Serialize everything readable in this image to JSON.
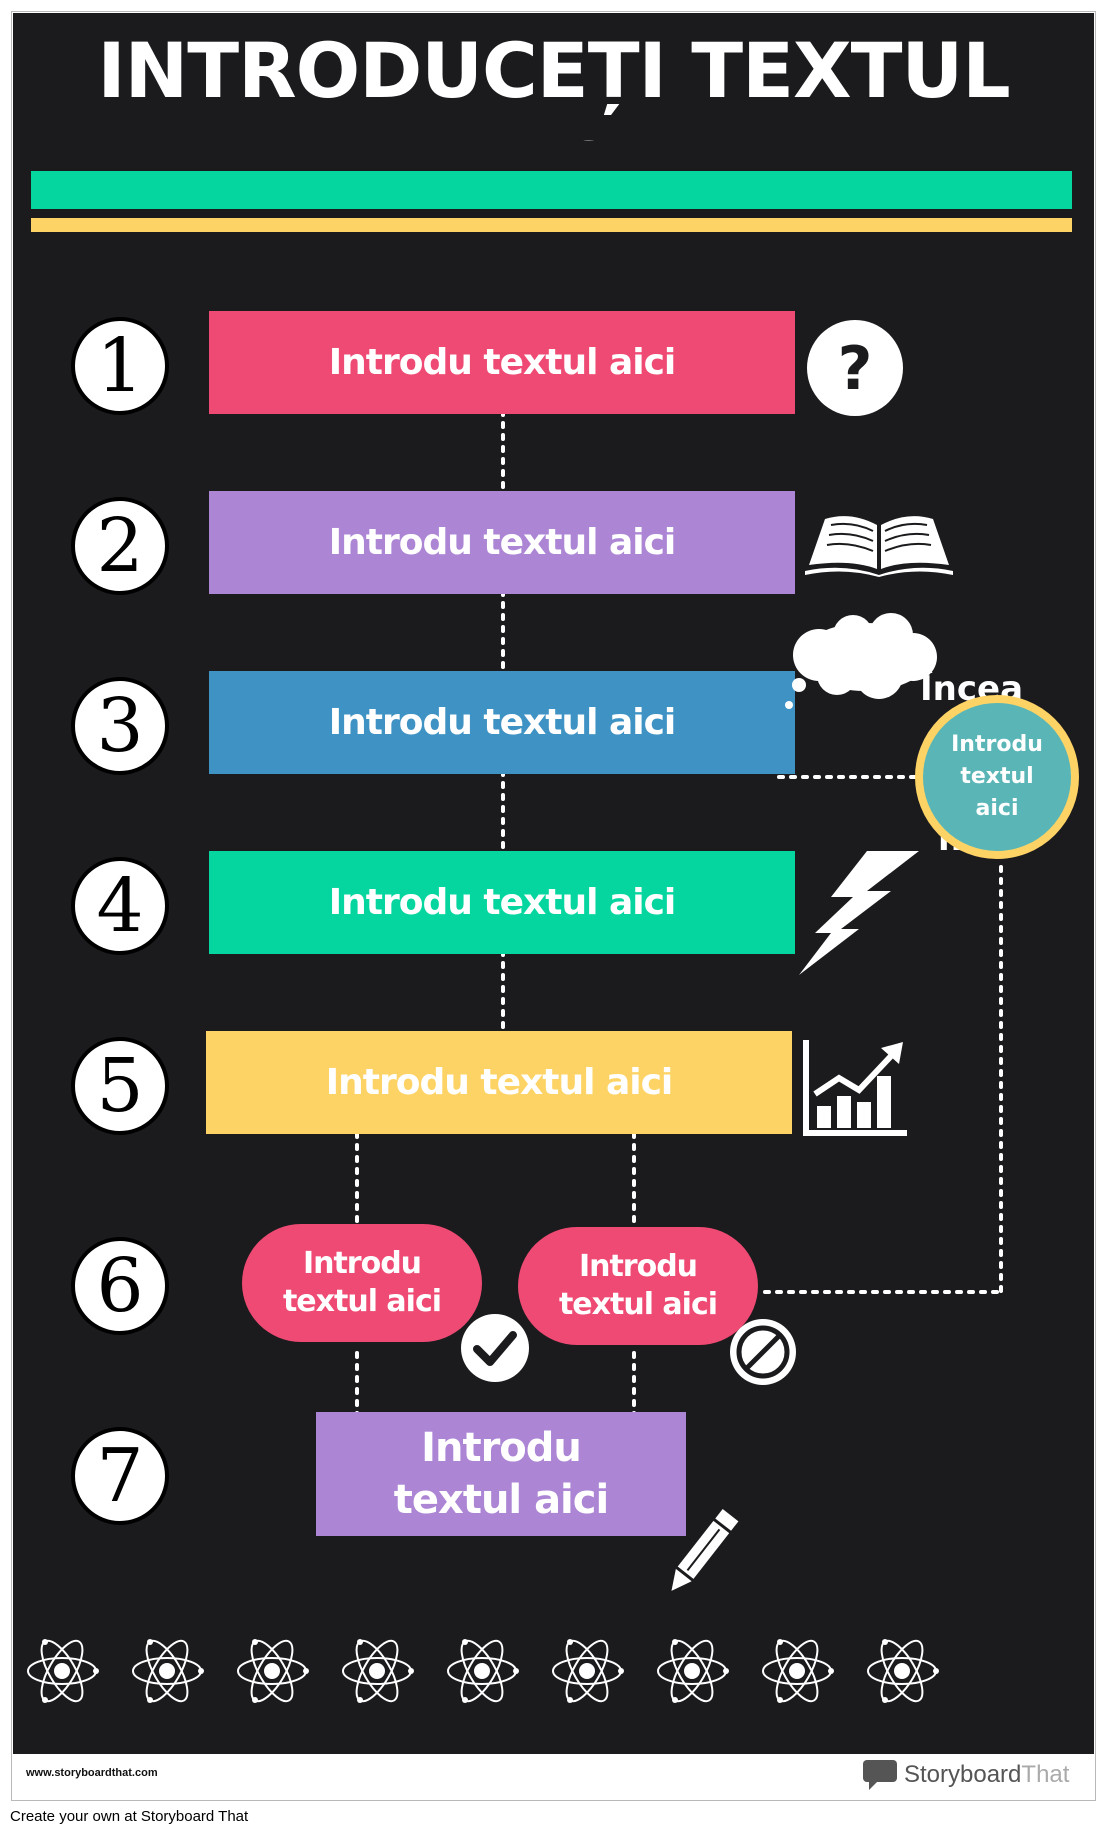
{
  "title": "INTRODUCEȚI TEXTUL AICI",
  "colors": {
    "background": "#1b1b1e",
    "teal": "#05d69f",
    "yellow": "#fed365",
    "pink": "#ee4a73",
    "purple": "#ac86d5",
    "blue": "#3f92c4"
  },
  "steps": [
    {
      "number": "1",
      "text": "Introdu textul aici",
      "icon": "question-icon"
    },
    {
      "number": "2",
      "text": "Introdu textul aici",
      "icon": "book-icon"
    },
    {
      "number": "3",
      "text": "Introdu textul aici",
      "icon": "thought-cloud-icon"
    },
    {
      "number": "4",
      "text": "Introdu textul aici",
      "icon": "lightning-icon"
    },
    {
      "number": "5",
      "text": "Introdu textul aici",
      "icon": "growth-chart-icon"
    },
    {
      "number": "6",
      "left_text": "Introdu textul aici",
      "right_text": "Introdu textul aici",
      "icons": [
        "checkmark-icon",
        "prohibited-icon"
      ]
    },
    {
      "number": "7",
      "text": "Introdu textul aici",
      "icon": "pencil-icon"
    }
  ],
  "side_circle": {
    "text": "Introdu textul aici",
    "behind_top": "Încea",
    "behind_bottom": "nou!"
  },
  "footer": {
    "website": "www.storyboardthat.com",
    "brand_first": "Storyboard",
    "brand_second": "That",
    "cta": "Create your own at Storyboard That"
  }
}
